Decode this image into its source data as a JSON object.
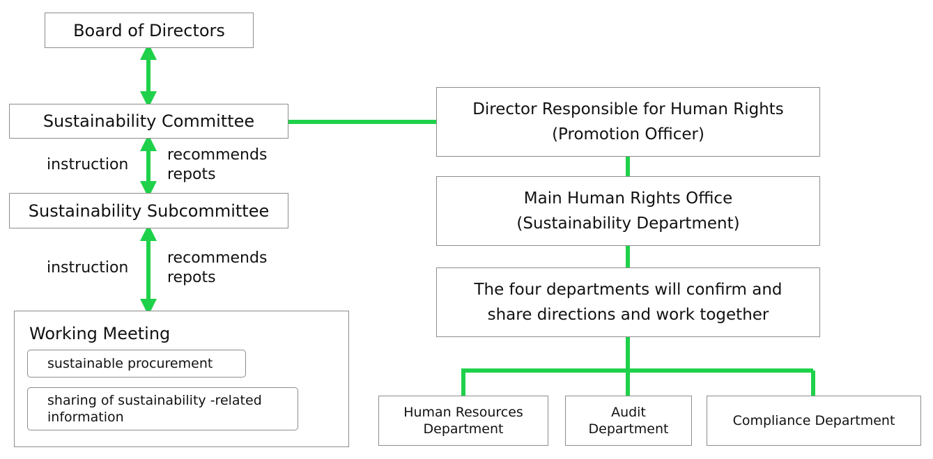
{
  "colors": {
    "connector": "#1fd14a",
    "border": "#8c8c8c",
    "text": "#111111"
  },
  "left": {
    "board": "Board of Directors",
    "committee": "Sustainability Committee",
    "subcommittee": "Sustainability Subcommittee",
    "link1": {
      "instruction": "instruction",
      "recommends": "recommends",
      "reports": "repots"
    },
    "link2": {
      "instruction": "instruction",
      "recommends": "recommends",
      "reports": "repots"
    },
    "working_meeting": {
      "title": "Working Meeting",
      "items": [
        [
          "sustainable procurement"
        ],
        [
          "sharing of sustainability -related",
          "information"
        ]
      ]
    }
  },
  "right": {
    "director": {
      "line1": "Director Responsible for Human Rights",
      "line2": "(Promotion Officer)"
    },
    "office": {
      "line1": "Main Human Rights Office",
      "line2": "(Sustainability Department)"
    },
    "four": {
      "line1": "The four departments will confirm and",
      "line2": "share directions and work together"
    },
    "departments": [
      [
        "Human Resources",
        "Department"
      ],
      [
        "Audit",
        "Department"
      ],
      [
        "Compliance Department"
      ]
    ]
  }
}
